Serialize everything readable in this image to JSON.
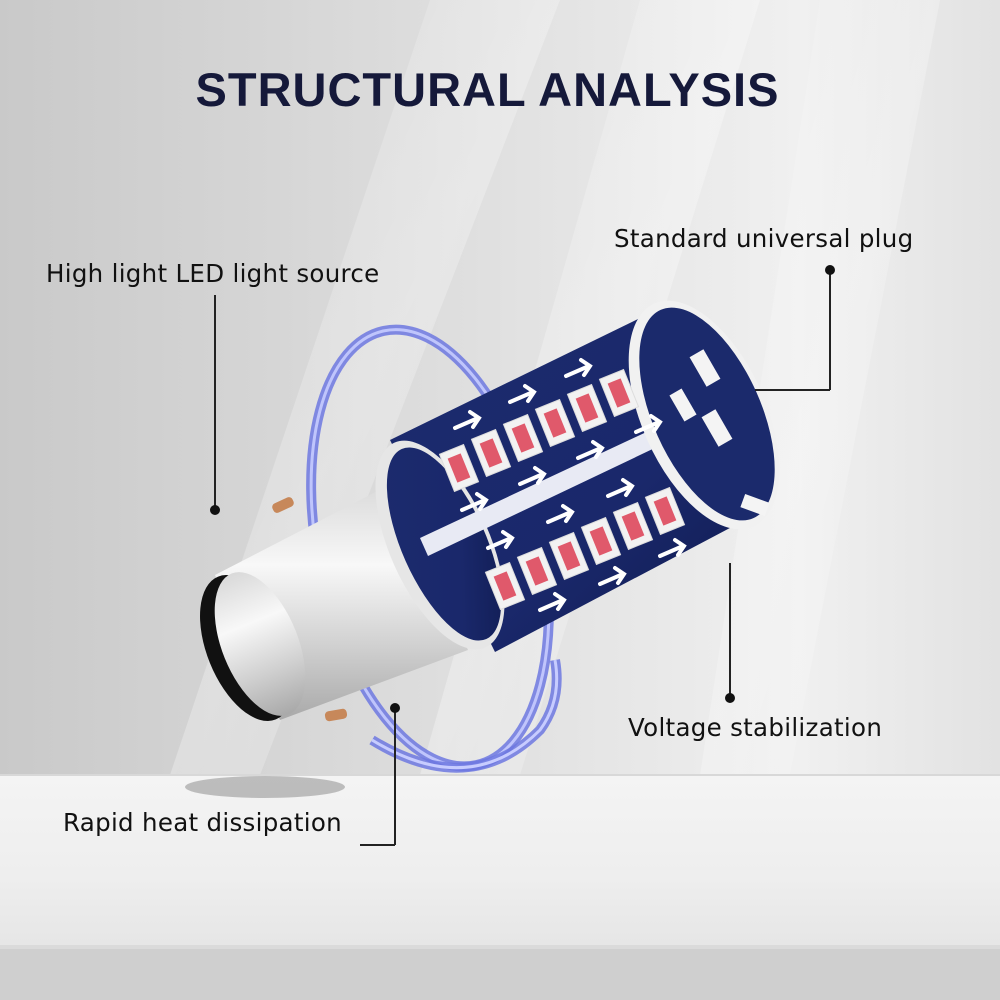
{
  "title": "STRUCTURAL ANALYSIS",
  "callouts": {
    "led_source": "High light LED light source",
    "universal_plug": "Standard universal plug",
    "voltage": "Voltage stabilization",
    "heat": "Rapid heat dissipation"
  },
  "colors": {
    "title": "#15193a",
    "pcb_blue": "#1c2b6e",
    "glow_ring": "#6d78e0",
    "leader_line": "#222222"
  },
  "icons": [
    "led-bulb-image",
    "glow-ring",
    "arrow-marks"
  ]
}
